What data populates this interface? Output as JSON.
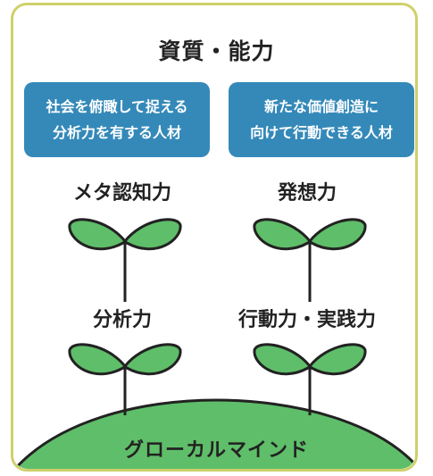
{
  "title": "資質・能力",
  "badges": [
    {
      "lines": [
        "社会を俯瞰して捉える",
        "分析力を有する人材"
      ]
    },
    {
      "lines": [
        "新たな価値創造に",
        "向けて行動できる人材"
      ]
    }
  ],
  "abilities": [
    {
      "label": "メタ認知力"
    },
    {
      "label": "発想力"
    },
    {
      "label": "分析力"
    },
    {
      "label": "行動力・実践力"
    }
  ],
  "ground_label": "グローカルマインド",
  "colors": {
    "frame": "#cfd06a",
    "badge": "#3489b9",
    "leaf": "#5fbe69",
    "ground": "#5fbe69",
    "outline": "#222222"
  }
}
